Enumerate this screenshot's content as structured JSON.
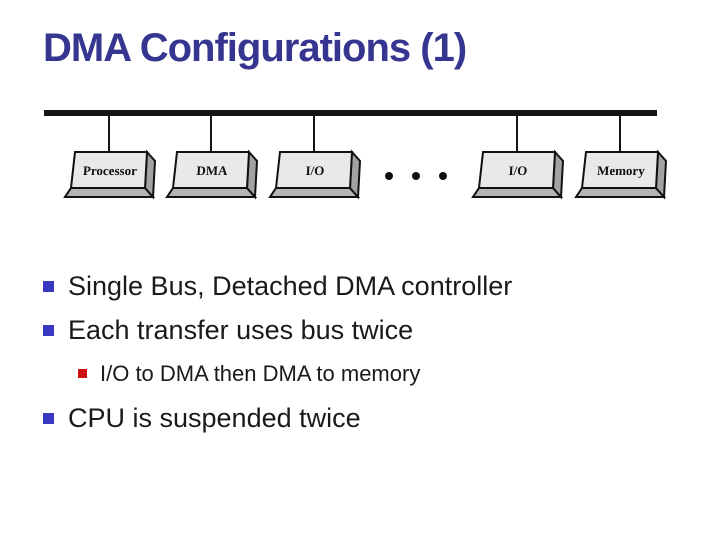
{
  "title": "DMA Configurations (1)",
  "diagram": {
    "bus": "single-bus",
    "boxes": [
      {
        "label": "Processor"
      },
      {
        "label": "DMA"
      },
      {
        "label": "I/O"
      },
      {
        "label": "I/O"
      },
      {
        "label": "Memory"
      }
    ],
    "ellipsis_dots": 3
  },
  "bullets": [
    {
      "level": 1,
      "text": "Single Bus, Detached DMA controller"
    },
    {
      "level": 1,
      "text": "Each transfer uses bus twice"
    },
    {
      "level": 2,
      "text": "I/O to DMA then DMA to memory"
    },
    {
      "level": 1,
      "text": "CPU is suspended twice"
    }
  ],
  "colors": {
    "title": "#363690",
    "bullet_level1": "#3838c2",
    "bullet_level2": "#cc1111",
    "box_front": "#e9e9e9",
    "box_side": "#a2a2a2",
    "box_bottom": "#b5b5b5",
    "line": "#151515"
  }
}
